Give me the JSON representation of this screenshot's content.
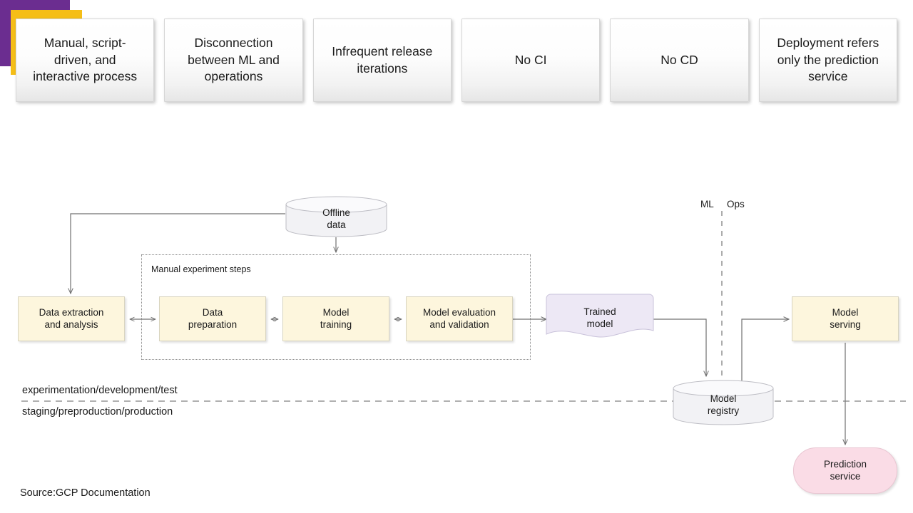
{
  "decor": {
    "purple": "#6B2D90",
    "yellow": "#F5BE17"
  },
  "pain_point_cards": [
    {
      "label": "Manual, script-\ndriven, and\ninteractive process"
    },
    {
      "label": "Disconnection\nbetween ML and\noperations"
    },
    {
      "label": "Infrequent  release\niterations"
    },
    {
      "label": "No CI"
    },
    {
      "label": "No CD"
    },
    {
      "label": "Deployment refers\nonly  the prediction\nservice"
    }
  ],
  "diagram": {
    "offline_data": "Offline\ndata",
    "group_label": "Manual experiment steps",
    "data_extraction": "Data extraction\nand analysis",
    "data_preparation": "Data\npreparation",
    "model_training": "Model\ntraining",
    "model_evaluation": "Model evaluation\nand validation",
    "trained_model": "Trained\nmodel",
    "model_registry": "Model\nregistry",
    "model_serving": "Model\nserving",
    "prediction_service": "Prediction\nservice",
    "divider_left_label": "ML",
    "divider_right_label": "Ops",
    "env_upper": "experimentation/development/test",
    "env_lower": "staging/preproduction/production",
    "colors": {
      "yellow_fill": "#FDF6DD",
      "lavender_fill": "#EDE8F5",
      "pink_fill": "#FADCE6",
      "cylinder_fill": "#F2F2F5",
      "line": "#808080"
    }
  },
  "source": "Source:GCP Documentation"
}
